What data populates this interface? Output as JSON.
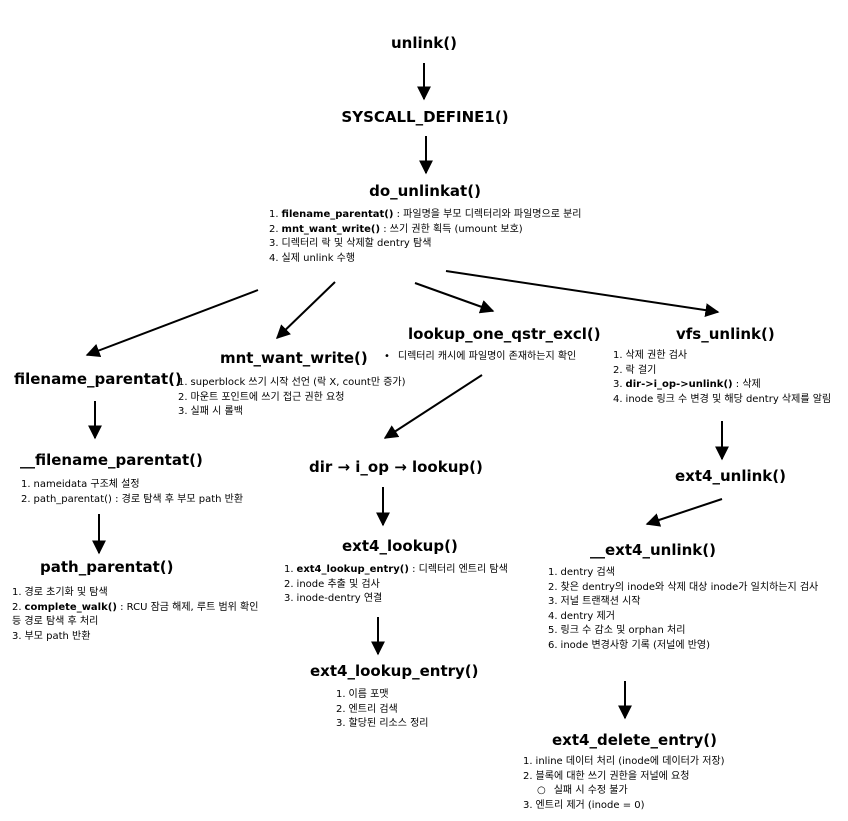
{
  "nodes": {
    "unlink": {
      "title": "unlink()"
    },
    "syscall": {
      "title": "SYSCALL_DEFINE1()"
    },
    "do_unlinkat": {
      "title": "do_unlinkat()",
      "items": [
        {
          "num": "1.",
          "bold": "filename_parentat()",
          "text": " : 파일명을 부모 디렉터리와 파일명으로 분리"
        },
        {
          "num": "2.",
          "bold": "mnt_want_write()",
          "text": " : 쓰기 권한 획득 (umount 보호)"
        },
        {
          "num": "3.",
          "bold": "",
          "text": "디렉터리 락 및 삭제할 dentry 탐색"
        },
        {
          "num": "4.",
          "bold": "",
          "text": "실제 unlink 수행"
        }
      ]
    },
    "filename_parentat": {
      "title": "filename_parentat()"
    },
    "__filename_parentat": {
      "title": "__filename_parentat()",
      "items": [
        {
          "num": "1.",
          "bold": "",
          "text": "nameidata 구조체 설정"
        },
        {
          "num": "2.",
          "bold": "",
          "text": "path_parentat() : 경로 탐색 후 부모 path 반환"
        }
      ]
    },
    "path_parentat": {
      "title": "path_parentat()",
      "items": [
        {
          "num": "1.",
          "bold": "",
          "text": "경로 초기화 및 탐색"
        },
        {
          "num": "2.",
          "bold": "complete_walk()",
          "text": " : RCU 잠금 해제, 루트 범위 확인 등 경로 탐색 후 처리"
        },
        {
          "num": "3.",
          "bold": "",
          "text": "부모 path 반환"
        }
      ]
    },
    "mnt_want_write": {
      "title": "mnt_want_write()",
      "items": [
        {
          "num": "1.",
          "bold": "",
          "text": "superblock 쓰기 시작 선언 (락 X, count만 증가)"
        },
        {
          "num": "2.",
          "bold": "",
          "text": "마운트 포인트에 쓰기 접근 권한 요청"
        },
        {
          "num": "3.",
          "bold": "",
          "text": "실패 시 롤백"
        }
      ]
    },
    "lookup_one_qstr_excl": {
      "title": "lookup_one_qstr_excl()",
      "bullet": "•",
      "items": [
        {
          "num": "",
          "bold": "",
          "text": "디렉터리 캐시에 파일명이 존재하는지 확인"
        }
      ]
    },
    "dir_lookup": {
      "title": "dir → i_op → lookup()"
    },
    "ext4_lookup": {
      "title": "ext4_lookup()",
      "items": [
        {
          "num": "1.",
          "bold": "ext4_lookup_entry()",
          "text": " : 디렉터리 엔트리 탐색"
        },
        {
          "num": "2.",
          "bold": "",
          "text": "inode 추출 및 검사"
        },
        {
          "num": "3.",
          "bold": "",
          "text": "inode-dentry 연결"
        }
      ]
    },
    "ext4_lookup_entry": {
      "title": "ext4_lookup_entry()",
      "items": [
        {
          "num": "1.",
          "bold": "",
          "text": "이름 포맷"
        },
        {
          "num": "2.",
          "bold": "",
          "text": "엔트리 검색"
        },
        {
          "num": "3.",
          "bold": "",
          "text": "할당된 리소스 정리"
        }
      ]
    },
    "vfs_unlink": {
      "title": "vfs_unlink()",
      "items": [
        {
          "num": "1.",
          "bold": "",
          "text": "삭제 권한 검사"
        },
        {
          "num": "2.",
          "bold": "",
          "text": "락 걸기"
        },
        {
          "num": "3.",
          "bold": "dir->i_op->unlink()",
          "text": " : 삭제"
        },
        {
          "num": "4.",
          "bold": "",
          "text": "inode 링크 수 변경 및 해당 dentry 삭제를 알림"
        }
      ]
    },
    "ext4_unlink": {
      "title": "ext4_unlink()"
    },
    "__ext4_unlink": {
      "title": "__ext4_unlink()",
      "items": [
        {
          "num": "1.",
          "bold": "",
          "text": "dentry 검색"
        },
        {
          "num": "2.",
          "bold": "",
          "text": "찾은 dentry의 inode와 삭제 대상 inode가 일치하는지 검사"
        },
        {
          "num": "3.",
          "bold": "",
          "text": "저널 트랜잭션 시작"
        },
        {
          "num": "4.",
          "bold": "",
          "text": "dentry 제거"
        },
        {
          "num": "5.",
          "bold": "",
          "text": "링크 수 감소 및 orphan 처리"
        },
        {
          "num": "6.",
          "bold": "",
          "text": "inode 변경사항 기록 (저널에 반영)"
        }
      ]
    },
    "ext4_delete_entry": {
      "title": "ext4_delete_entry()",
      "items": [
        {
          "num": "1.",
          "bold": "",
          "text": "inline 데이터 처리 (inode에 데이터가 저장)"
        },
        {
          "num": "2.",
          "bold": "",
          "text": "블록에 대한 쓰기 권한을 저널에 요청"
        },
        {
          "num": "○",
          "bold": "",
          "text": "실패 시 수정 불가",
          "sub": true
        },
        {
          "num": "3.",
          "bold": "",
          "text": "엔트리 제거 (inode = 0)"
        }
      ]
    }
  }
}
